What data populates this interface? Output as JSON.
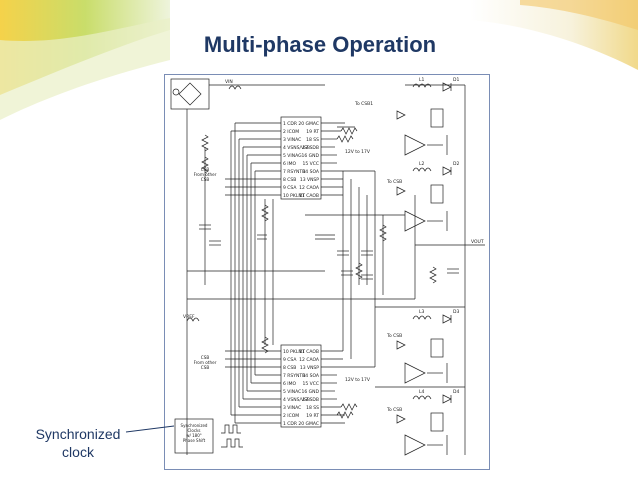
{
  "slide": {
    "title": "Multi-phase Operation",
    "callout_line1": "Synchronized",
    "callout_line2": "clock"
  },
  "schematic": {
    "top_ic": {
      "pins_left": [
        "1 CDR",
        "2 ICOM",
        "3 VINAC",
        "4 VSNS/VSB",
        "5 VINAG",
        "6 IMO",
        "7 RSYNTH",
        "8 CSB",
        "9 CSA",
        "10 PKLMT"
      ],
      "pins_right": [
        "20 GMAC",
        "19 RT",
        "18 SS",
        "17 SDB",
        "16 GND",
        "15 VCC",
        "14 SOA",
        "13 VNSP",
        "12 CAOA",
        "11 CAOB"
      ]
    },
    "bottom_ic": {
      "pins_left": [
        "10 PKLMT",
        "9 CSA",
        "8 CSB",
        "7 RSYNTH",
        "6 IMO",
        "5 VINAC",
        "4 VSNS/VSB",
        "3 VINAC",
        "2 ICOM",
        "1 CDR"
      ],
      "pins_right": [
        "11 CAOB",
        "12 CAOA",
        "13 VNSP",
        "14 SOA",
        "15 VCC",
        "16 GND",
        "17 SDB",
        "18 SS",
        "19 RT",
        "20 GMAC"
      ]
    },
    "labels": {
      "vin": "VIN",
      "vref": "VREF",
      "csb_from_above": "CSB\nFrom other\nCSB",
      "csb_from_below": "CSB\nFrom other\nCSB",
      "to_cmp_1": "To CSB1",
      "to_cmp_2": "To CSB",
      "to_cmp_3": "To CSB",
      "to_cmp_4": "To CSB",
      "vcc_note": "12V to 17V",
      "vout": "VOUT",
      "l1": "L1",
      "l2": "L2",
      "l3": "L3",
      "l4": "L4",
      "d1": "D1",
      "d2": "D2",
      "d3": "D3",
      "d4": "D4",
      "clock_box": "Synchronized\nClocks\nw/ 180°\nPhase Shift"
    }
  }
}
